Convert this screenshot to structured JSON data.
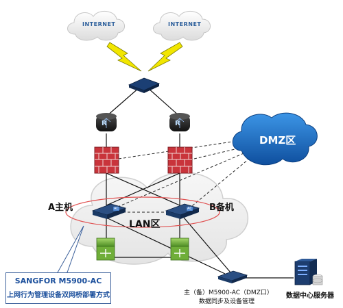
{
  "clouds": {
    "internet_left": "INTERNET",
    "internet_right": "INTERNET",
    "dmz": "DMZ区"
  },
  "lan": {
    "label": "LAN区"
  },
  "devices": {
    "host_a": "A主机",
    "host_b": "B备机"
  },
  "caption": {
    "line1": "SANGFOR M5900-AC",
    "line2": "上网行为管理设备双网桥部署方式"
  },
  "sync_device": {
    "line1": "主（备）M5900-AC（DMZ口）",
    "line2": "数据同步及设备管理"
  },
  "datacenter": {
    "label": "数据中心服务器"
  },
  "router_icon_text": "R",
  "ac_badge_text": "AC",
  "colors": {
    "firewall": "#c9343b",
    "dmz_cloud": "#1f74c9",
    "link": "#111111",
    "lan_ellipse": "#e05050",
    "switch": "#7dbd3f",
    "bolt": "#f2e600"
  }
}
